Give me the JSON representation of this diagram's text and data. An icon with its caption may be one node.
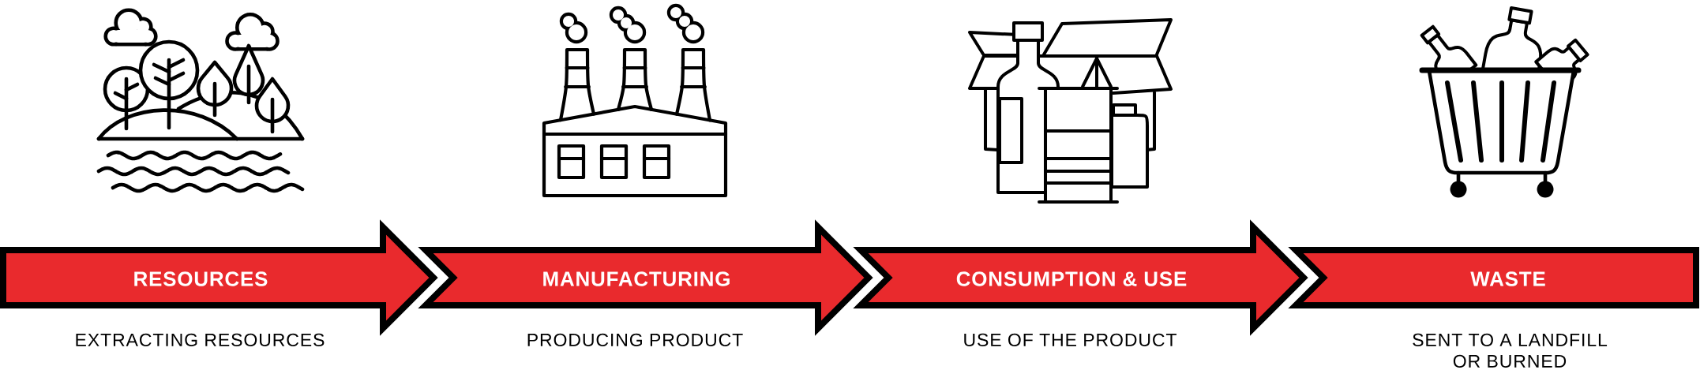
{
  "diagram": {
    "nodes": [
      {
        "text": [
          "RESOURCES"
        ],
        "beside": [
          "EXTRACTING RESOURCES"
        ]
      },
      {
        "text": [
          "MANUFACTURING"
        ],
        "beside": [
          "PRODUCING PRODUCT"
        ]
      },
      {
        "text": [
          "CONSUMPTION & USE"
        ],
        "beside": [
          "USE OF THE PRODUCT"
        ]
      },
      {
        "text": [
          "WASTE"
        ],
        "beside": [
          "SENT TO A LANDFILL OR BURNED"
        ]
      }
    ]
  }
}
